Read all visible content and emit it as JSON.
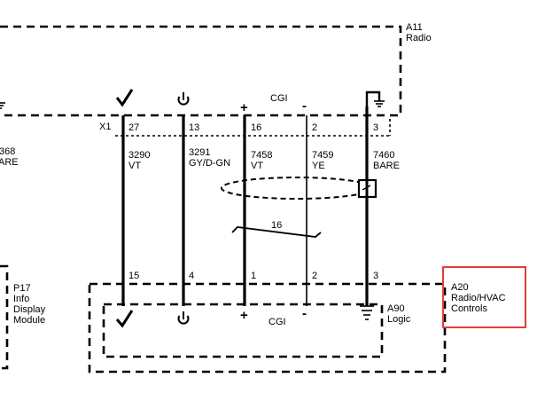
{
  "modules": {
    "a11": {
      "ref": "A11",
      "name": "Radio"
    },
    "a20": {
      "ref": "A20",
      "name_line1": "Radio/HVAC",
      "name_line2": "Controls"
    },
    "a90": {
      "ref": "A90",
      "name": "Logic"
    },
    "p17": {
      "ref": "P17",
      "name_line1": "Info",
      "name_line2": "Display",
      "name_line3": "Module"
    }
  },
  "connector": {
    "top": "X1"
  },
  "left_edge_wire": {
    "circuit_partial": "368",
    "color_partial": "ARE"
  },
  "cgi_label": "CGI",
  "twist_label": "16",
  "wires": [
    {
      "symbol": "check",
      "top_pin": "27",
      "circuit": "3290",
      "color": "VT",
      "bottom_pin": "15"
    },
    {
      "symbol": "power",
      "top_pin": "13",
      "circuit": "3291",
      "color": "GY/D-GN",
      "bottom_pin": "4"
    },
    {
      "symbol": "+",
      "top_pin": "16",
      "circuit": "7458",
      "color": "VT",
      "bottom_pin": "1"
    },
    {
      "symbol": "-",
      "top_pin": "2",
      "circuit": "7459",
      "color": "YE",
      "bottom_pin": "2"
    },
    {
      "symbol": "ground",
      "top_pin": "3",
      "circuit": "7460",
      "color": "BARE",
      "bottom_pin": "3"
    }
  ],
  "highlight_color": "#e0403a"
}
